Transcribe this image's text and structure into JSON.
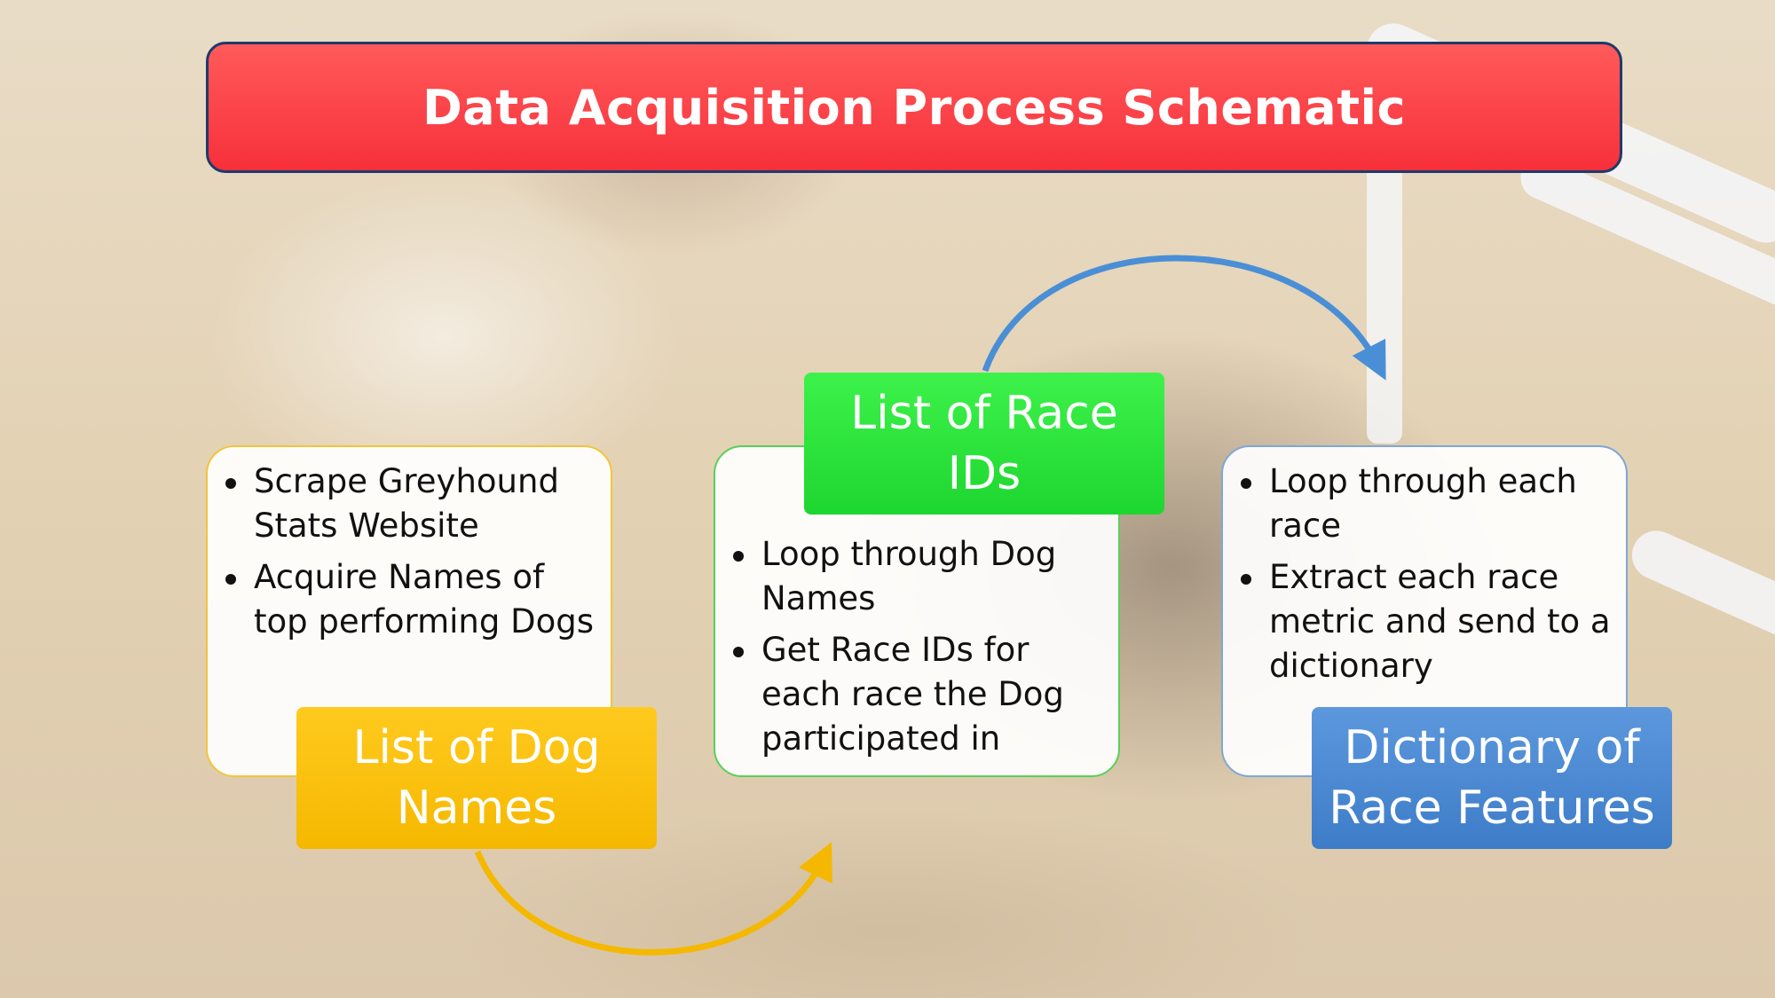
{
  "title": "Data Acquisition Process Schematic",
  "colors": {
    "title_banner": "#f7303a",
    "dog_names": "#f5b800",
    "race_ids": "#1ed630",
    "race_features": "#3d7cc8",
    "arrow_yellow": "#f5b800",
    "arrow_blue": "#4a8fd6"
  },
  "steps": [
    {
      "label": "List of Dog Names",
      "bullets": [
        "Scrape Greyhound Stats Website",
        "Acquire Names of top performing Dogs"
      ]
    },
    {
      "label": "List of Race IDs",
      "bullets": [
        "Loop through Dog Names",
        "Get Race IDs for each race the Dog participated in"
      ]
    },
    {
      "label": "Dictionary of Race Features",
      "bullets": [
        "Loop through each race",
        "Extract each race metric and send to a dictionary"
      ]
    }
  ]
}
